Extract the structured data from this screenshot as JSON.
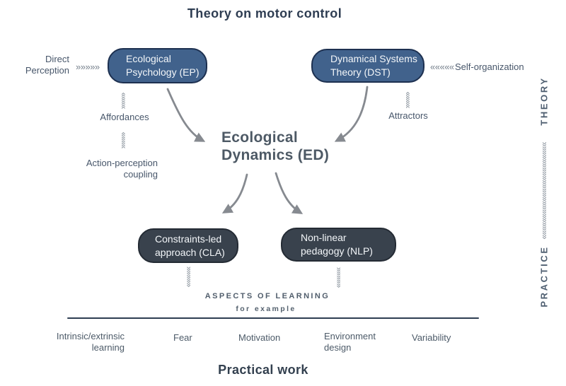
{
  "title": "Theory on motor control",
  "footer_title": "Practical work",
  "side_rail": {
    "theory": "THEORY",
    "practice": "PRACTICE"
  },
  "theory_boxes": {
    "ep": "Ecological\nPsychology (EP)",
    "dst": "Dynamical Systems\nTheory (DST)"
  },
  "central_concept": "Ecological\nDynamics (ED)",
  "practice_boxes": {
    "cla": "Constraints-led\napproach (CLA)",
    "nlp": "Non-linear\npedagogy (NLP)"
  },
  "annotations": {
    "direct_perception": "Direct\nPerception",
    "self_organization": "Self-organization",
    "affordances": "Affordances",
    "action_perception_coupling": "Action-perception\ncoupling",
    "attractors": "Attractors"
  },
  "aspects": {
    "heading": "ASPECTS OF LEARNING",
    "subheading": "for example",
    "items": [
      "Intrinsic/extrinsic\nlearning",
      "Fear",
      "Motivation",
      "Environment\ndesign",
      "Variability"
    ]
  },
  "icons": {
    "chevrons_right": "»»»»»",
    "chevrons_left": "«««««",
    "chevron_strip_up": "««««",
    "chevron_strip_down": "«««««",
    "chevron_strip_long": "«««««««««««««««««««««««"
  },
  "colors": {
    "background": "#ffffff",
    "theory_box_fill": "#41628c",
    "theory_box_border": "#1d3050",
    "practice_box_fill": "#39424d",
    "practice_box_border": "#242b34",
    "box_text": "#f3f6f9",
    "heading_text": "#2e3d52",
    "central_text": "#4d5965",
    "label_text": "#47566a",
    "arrow": "#868a90"
  }
}
